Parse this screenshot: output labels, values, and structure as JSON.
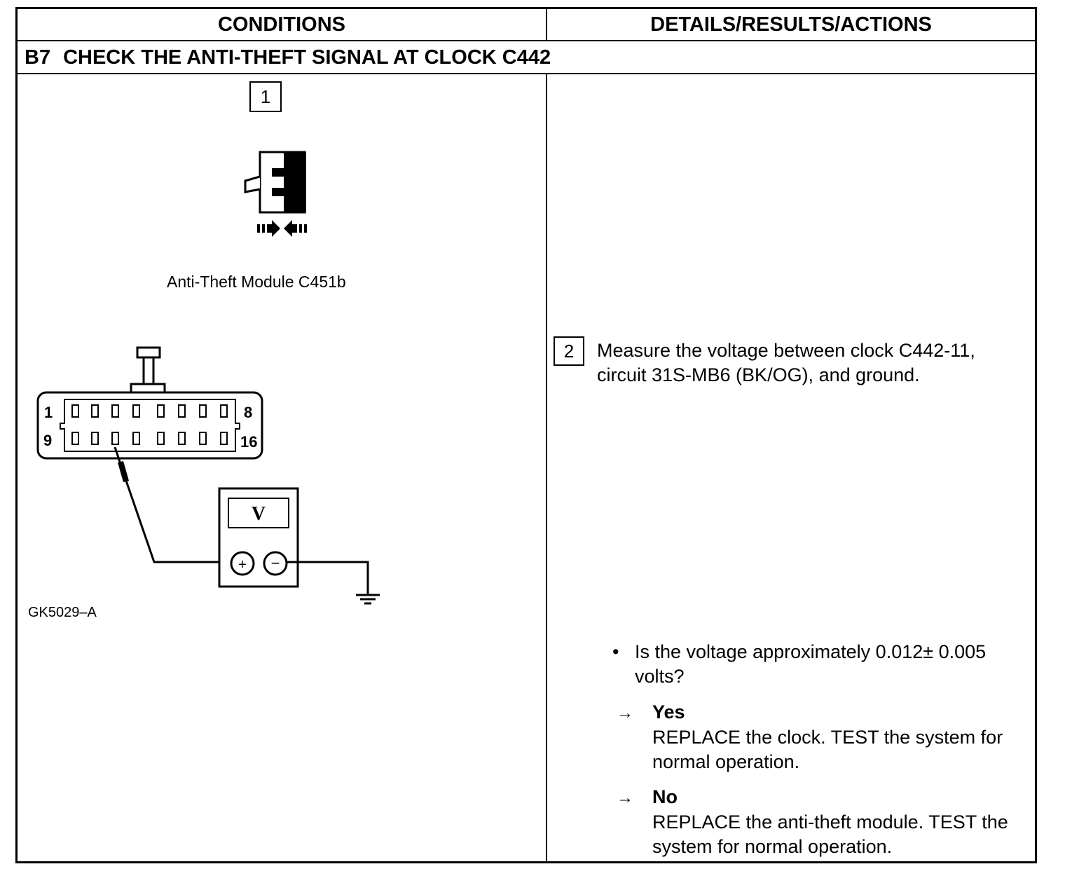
{
  "header": {
    "conditions": "CONDITIONS",
    "details": "DETAILS/RESULTS/ACTIONS"
  },
  "step": {
    "number": "B7",
    "title": "CHECK THE ANTI-THEFT SIGNAL AT CLOCK C442"
  },
  "conditions": {
    "step1_number": "1",
    "module_label": "Anti-Theft Module C451b",
    "connector_pins": {
      "top_left": "1",
      "top_right": "8",
      "bottom_left": "9",
      "bottom_right": "16"
    },
    "meter_label": "V",
    "meter_plus": "+",
    "meter_minus": "−",
    "figure_id": "GK5029–A"
  },
  "details": {
    "step2_number": "2",
    "instruction": "Measure the voltage between clock C442-11, circuit 31S-MB6 (BK/OG), and ground.",
    "question": "Is the voltage approximately 0.012± 0.005 volts?",
    "bullet": "•",
    "arrow": "→",
    "yes_label": "Yes",
    "yes_action": "REPLACE the clock. TEST the system for normal operation.",
    "no_label": "No",
    "no_action": "REPLACE the anti-theft module. TEST the system for normal operation."
  }
}
